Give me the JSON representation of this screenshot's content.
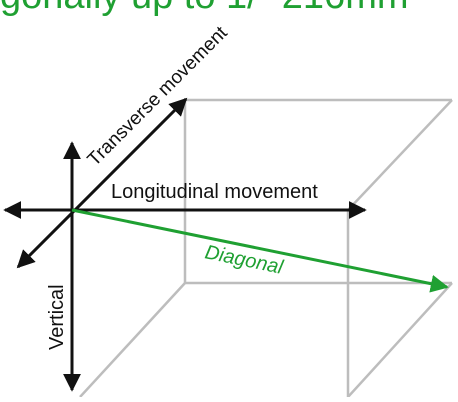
{
  "header": {
    "title": "gonally up to 1/\" 216mm"
  },
  "colors": {
    "black": "#111111",
    "green": "#1fa032",
    "box": "#bdbdbd"
  },
  "labels": {
    "transverse": "Transverse movement",
    "longitudinal": "Longitudinal movement",
    "diagonal": "Diagonal",
    "vertical": "Vertical"
  }
}
